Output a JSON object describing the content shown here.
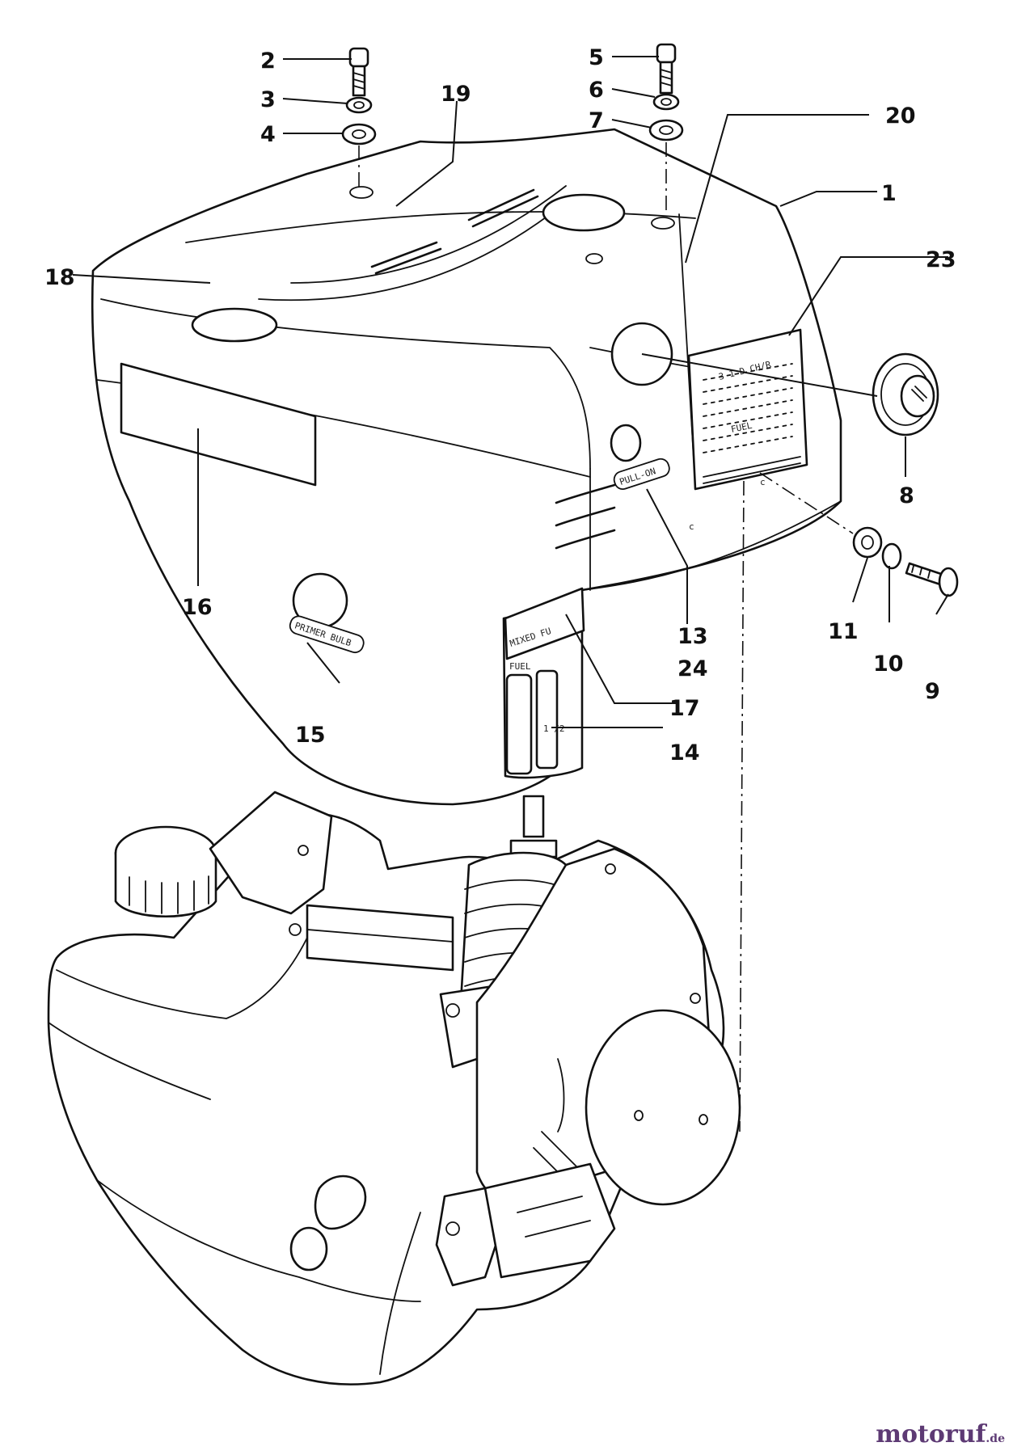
{
  "callouts": [
    {
      "id": "c1",
      "label": "1"
    },
    {
      "id": "c2",
      "label": "2"
    },
    {
      "id": "c3",
      "label": "3"
    },
    {
      "id": "c4",
      "label": "4"
    },
    {
      "id": "c5",
      "label": "5"
    },
    {
      "id": "c6",
      "label": "6"
    },
    {
      "id": "c7",
      "label": "7"
    },
    {
      "id": "c8",
      "label": "8"
    },
    {
      "id": "c9",
      "label": "9"
    },
    {
      "id": "c10",
      "label": "10"
    },
    {
      "id": "c11",
      "label": "11"
    },
    {
      "id": "c13",
      "label": "13"
    },
    {
      "id": "c14",
      "label": "14"
    },
    {
      "id": "c15",
      "label": "15"
    },
    {
      "id": "c16",
      "label": "16"
    },
    {
      "id": "c17",
      "label": "17"
    },
    {
      "id": "c18",
      "label": "18"
    },
    {
      "id": "c19",
      "label": "19"
    },
    {
      "id": "c20",
      "label": "20"
    },
    {
      "id": "c23",
      "label": "23"
    },
    {
      "id": "c24",
      "label": "24"
    }
  ],
  "decals": {
    "pull_on": "PULL-ON",
    "primer_bulb": "PRIMER BULB",
    "fuel_gauge": "FUEL",
    "gauge_marks": "1 /2",
    "mixed_fuel": "MIXED  FU",
    "label_fuel": "FUEL",
    "label_top": "3 1 D CH/R"
  },
  "watermark": {
    "brand": "motoruf",
    "tld": ".de"
  }
}
